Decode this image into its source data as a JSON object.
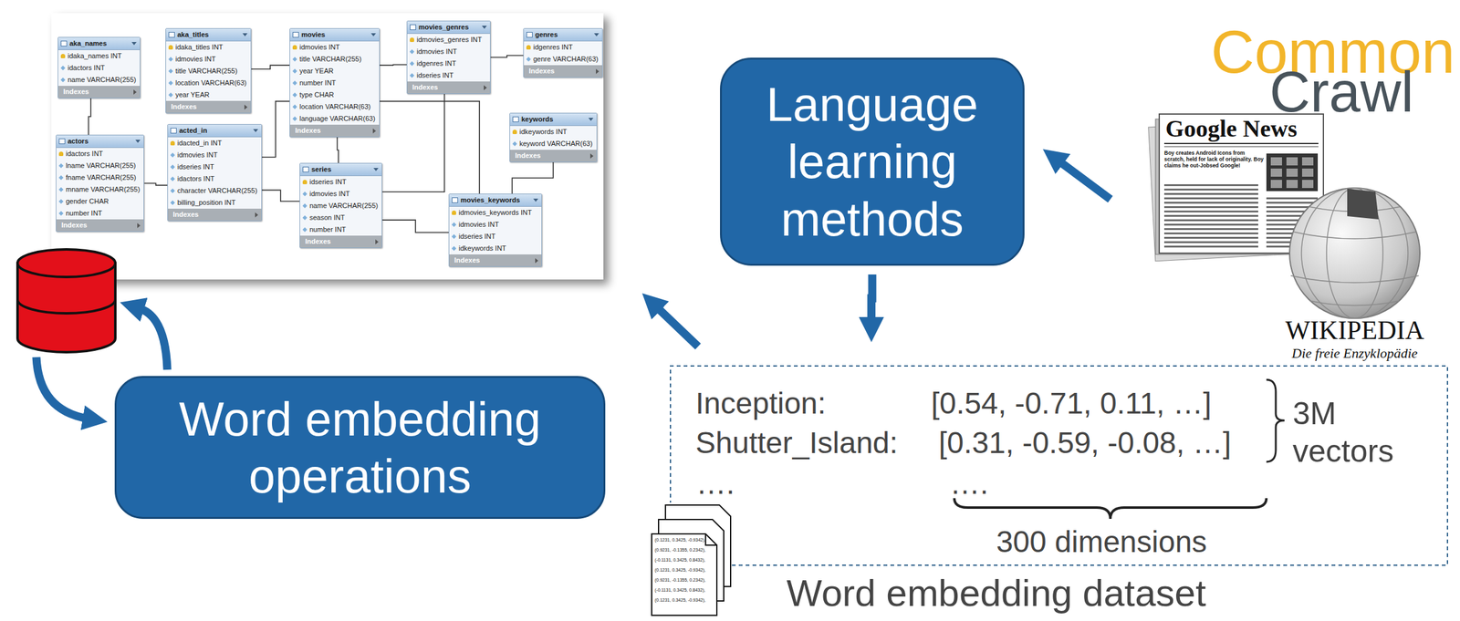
{
  "diagram": {
    "nodes": [
      {
        "text": [
          "aka_names",
          "idaka_names INT",
          "idactors INT",
          "name VARCHAR(255)",
          "Indexes"
        ]
      },
      {
        "text": [
          "aka_titles",
          "idaka_titles INT",
          "idmovies INT",
          "title VARCHAR(255)",
          "location VARCHAR(63)",
          "year YEAR",
          "Indexes"
        ]
      },
      {
        "text": [
          "movies",
          "idmovies INT",
          "title VARCHAR(255)",
          "year YEAR",
          "number INT",
          "type CHAR",
          "location VARCHAR(63)",
          "language VARCHAR(63)",
          "Indexes"
        ]
      },
      {
        "text": [
          "movies_genres",
          "idmovies_genres INT",
          "idmovies INT",
          "idgenres INT",
          "idseries INT",
          "Indexes"
        ]
      },
      {
        "text": [
          "genres",
          "idgenres INT",
          "genre VARCHAR(63)",
          "Indexes"
        ]
      },
      {
        "text": [
          "actors",
          "idactors INT",
          "lname VARCHAR(255)",
          "fname VARCHAR(255)",
          "mname VARCHAR(255)",
          "gender CHAR",
          "number INT",
          "Indexes"
        ]
      },
      {
        "text": [
          "acted_in",
          "idacted_in INT",
          "idmovies INT",
          "idseries INT",
          "idactors INT",
          "character VARCHAR(255)",
          "billing_position INT",
          "Indexes"
        ]
      },
      {
        "text": [
          "series",
          "idseries INT",
          "idmovies INT",
          "name VARCHAR(255)",
          "season INT",
          "number INT",
          "Indexes"
        ]
      },
      {
        "text": [
          "keywords",
          "idkeywords INT",
          "keyword VARCHAR(63)",
          "Indexes"
        ]
      },
      {
        "text": [
          "movies_keywords",
          "idmovies_keywords INT",
          "idmovies INT",
          "idseries INT",
          "idkeywords INT",
          "Indexes"
        ]
      },
      {
        "text": [
          "Language learning methods"
        ]
      },
      {
        "text": [
          "Inception:",
          "[0.54, -0.71, 0.11, …]",
          "Shutter_Island:",
          "[0.31, -0.59, -0.08, …]",
          "….",
          "….",
          "3M vectors",
          "300 dimensions",
          "Word embedding dataset"
        ]
      },
      {
        "text": [
          "Word embedding operations"
        ]
      }
    ],
    "edges": [
      {
        "from": 0,
        "to": 5,
        "arrow": "none"
      },
      {
        "from": 1,
        "to": 2,
        "arrow": "none"
      },
      {
        "from": 2,
        "to": 3,
        "arrow": "none"
      },
      {
        "from": 3,
        "to": 4,
        "arrow": "none"
      },
      {
        "from": 5,
        "to": 6,
        "arrow": "none"
      },
      {
        "from": 6,
        "to": 2,
        "arrow": "none"
      },
      {
        "from": 6,
        "to": 7,
        "arrow": "none"
      },
      {
        "from": 2,
        "to": 7,
        "arrow": "none"
      },
      {
        "from": 7,
        "to": 3,
        "arrow": "none"
      },
      {
        "from": 2,
        "to": 9,
        "arrow": "none"
      },
      {
        "from": 7,
        "to": 9,
        "arrow": "none"
      },
      {
        "from": 8,
        "to": 9,
        "arrow": "none"
      },
      {
        "from": 10,
        "to": 11,
        "arrow": "to"
      }
    ],
    "labels": [
      "Common",
      "Crawl",
      "Google News",
      "Boy creates Android Icons from scratch, held for lack of originality. Boy claims he out-Jobsed Google!",
      "WIKIPEDIA",
      "Die freie Enzyklopädie",
      "(0.1231, 0.3425, -0.9342),",
      "(0.9231, -0.1355, 0.2342),",
      "(-0.1131, 0.3425, 0.8432),",
      "(0.1231, 0.3425, -0.9342),",
      "(0.9231, -0.1355, 0.2342),",
      "(-0.1131, 0.3425, 0.8432),",
      "(0.1231, 0.3425, -0.9342),"
    ]
  }
}
